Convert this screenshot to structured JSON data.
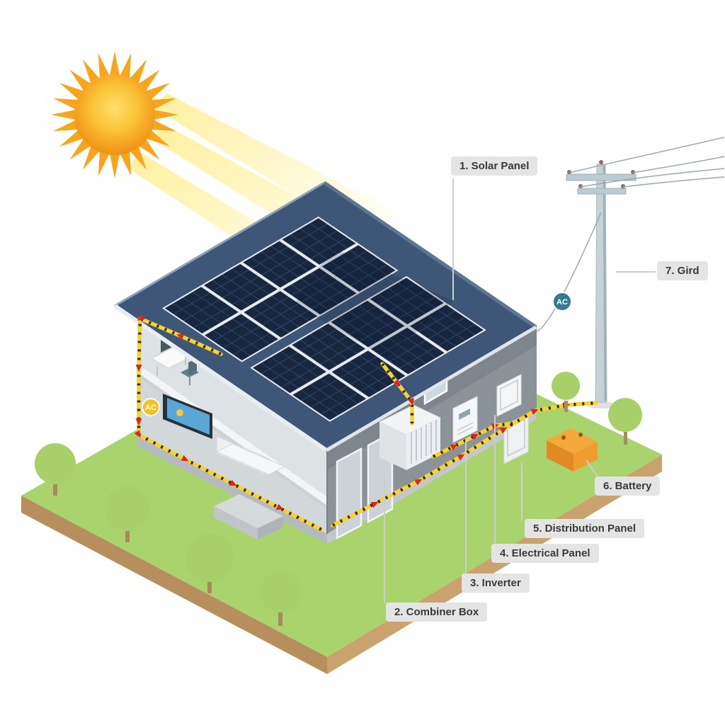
{
  "diagram": {
    "type": "solar-power-system-diagram",
    "labels": [
      {
        "text": "1. Solar Panel"
      },
      {
        "text": "2. Combiner Box"
      },
      {
        "text": "3. Inverter"
      },
      {
        "text": "4. Electrical Panel"
      },
      {
        "text": "5. Distribution Panel"
      },
      {
        "text": "6. Battery"
      },
      {
        "text": "7. Gird"
      }
    ],
    "badges": [
      {
        "text": "AC",
        "color": "#337c90"
      },
      {
        "text": "AC",
        "color": "#f3c322"
      }
    ],
    "colors": {
      "roof": "#3e5677",
      "solar_panel": "#18273f",
      "grass": "#a9d36c",
      "soil": "#c09a66",
      "wire": "#f6d32d",
      "arrow": "#e02424",
      "sun": "#f9a51c",
      "wall": "#8b9298",
      "battery": "#f6a93b",
      "label_bg": "#e4e4e4",
      "label_text": "#3a3a3a"
    }
  }
}
